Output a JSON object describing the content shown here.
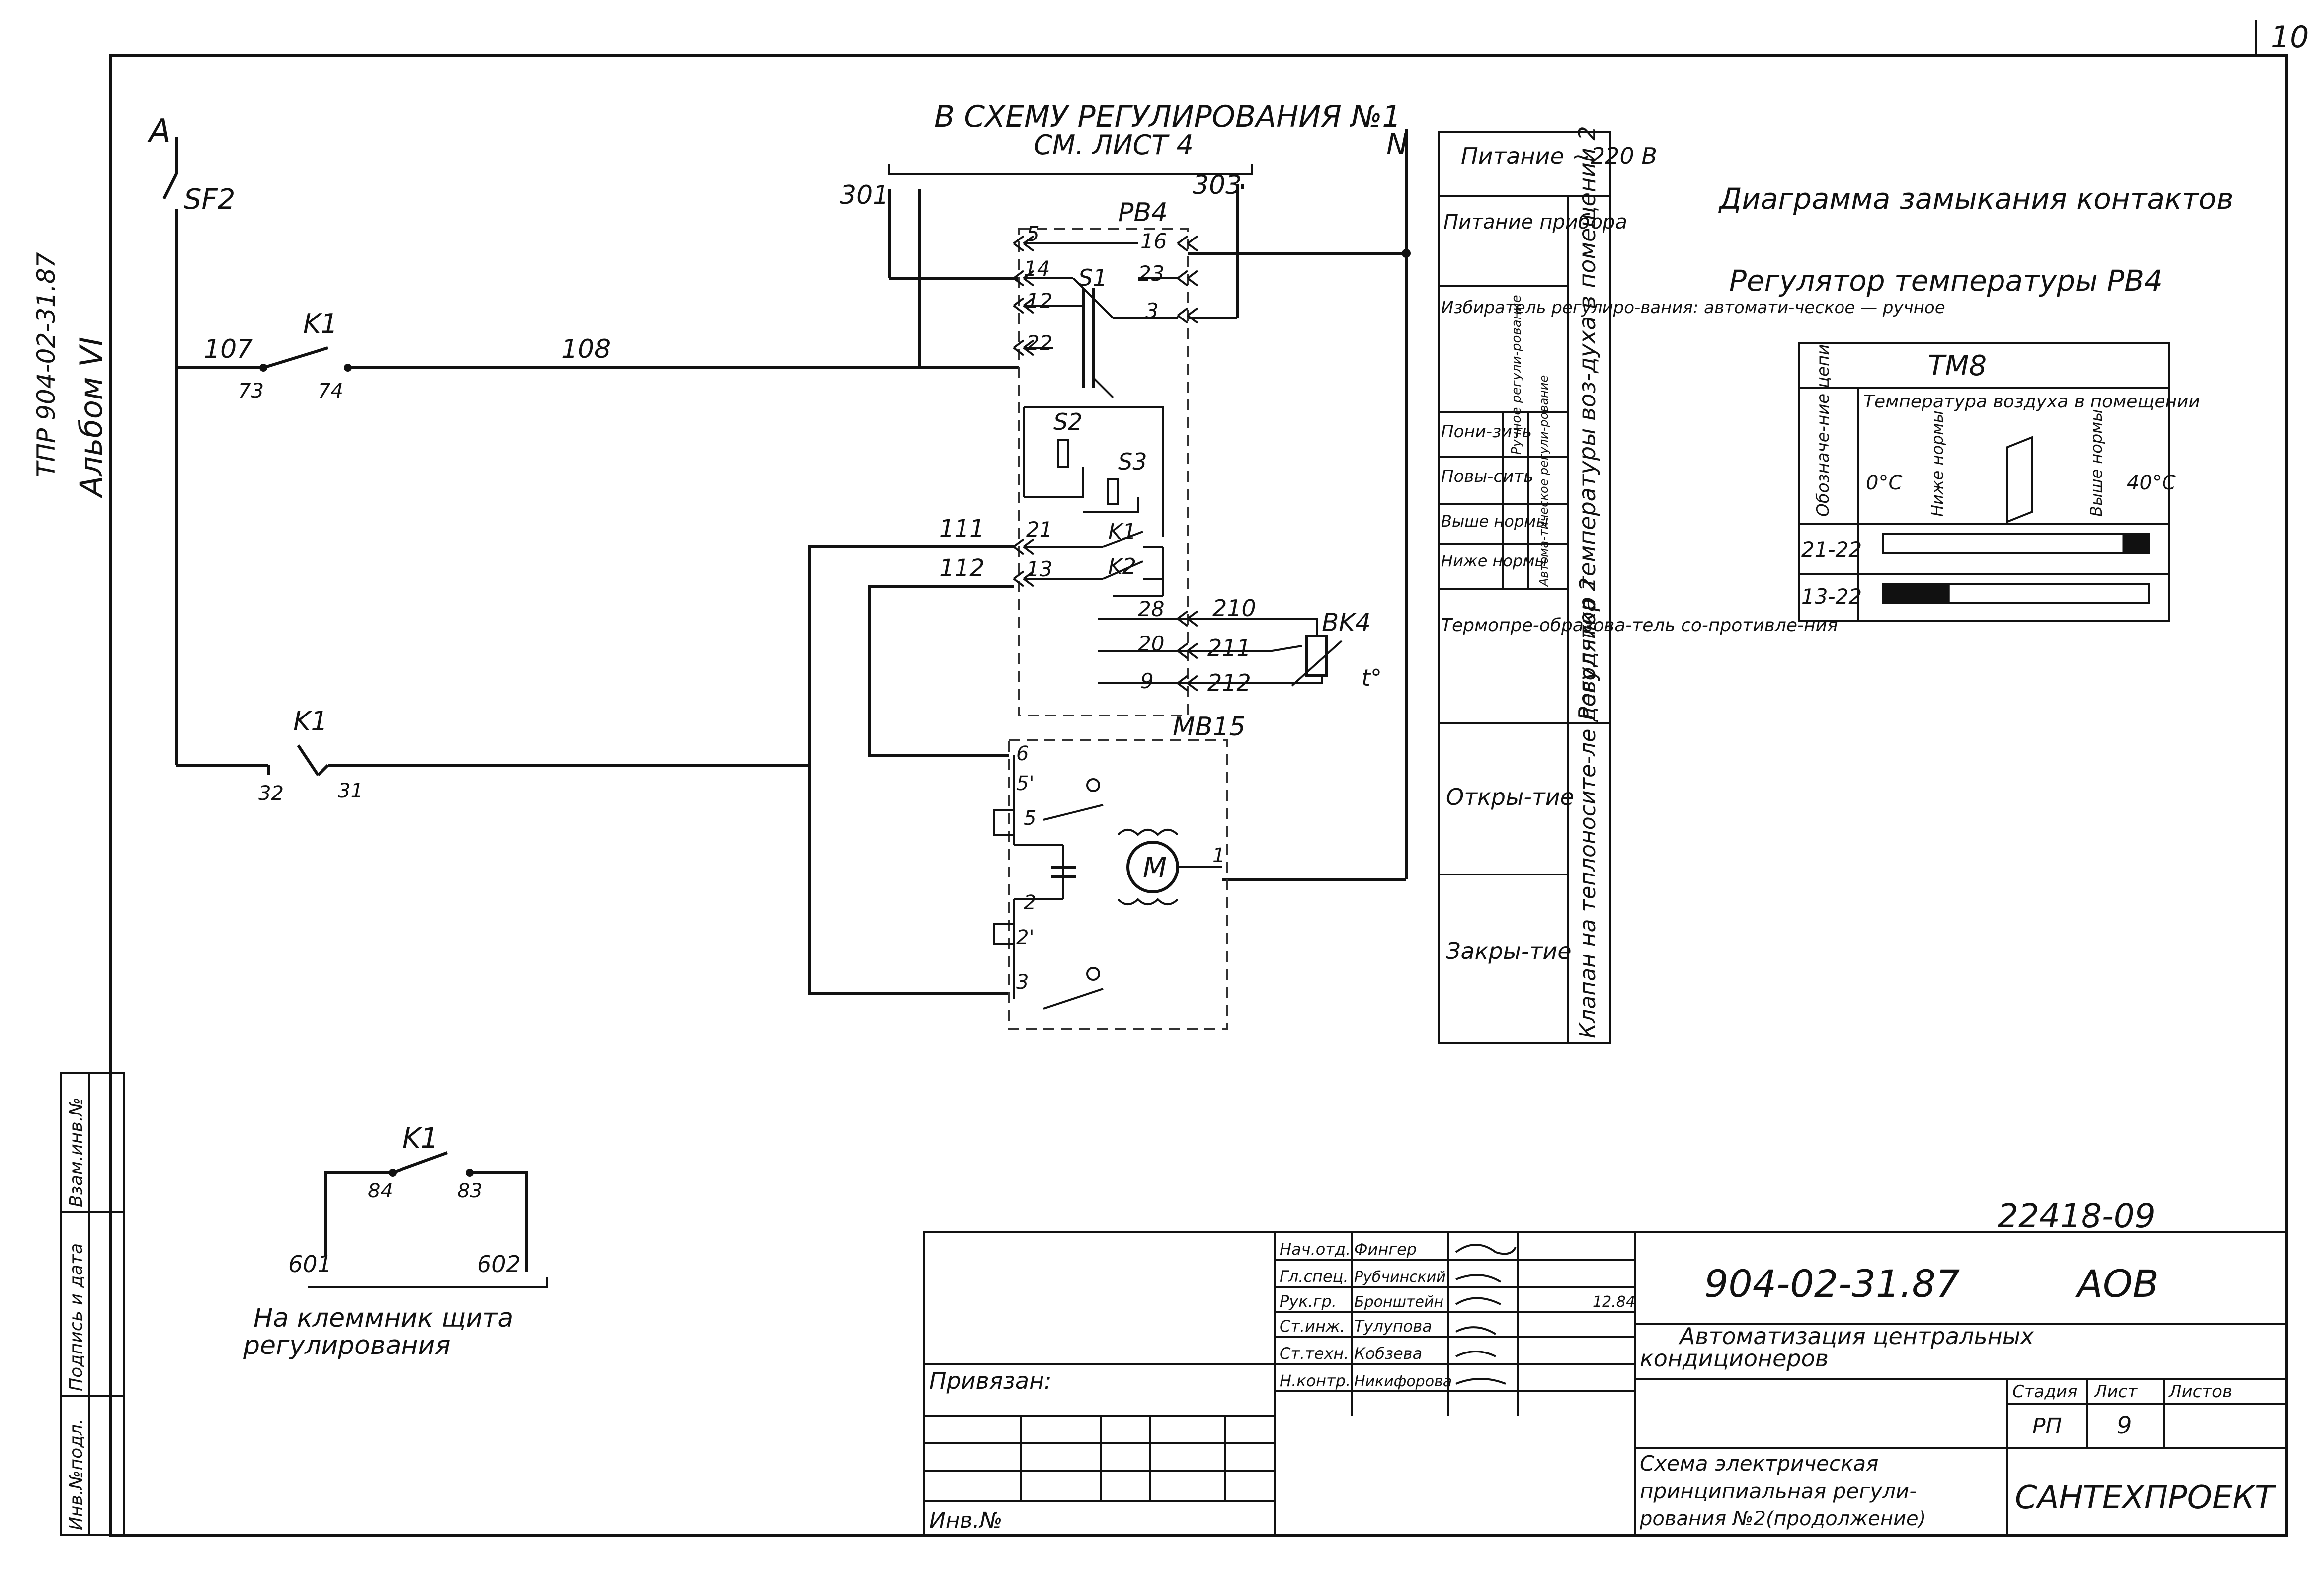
{
  "sheet_number": "10",
  "side": {
    "code": "ТПР 904-02-31.87",
    "album": "Альбом VI"
  },
  "stamp_left": {
    "c1": "Инв.№подл.",
    "c2": "Подпись и дата",
    "c3": "Взам.инв.№"
  },
  "schema": {
    "top_label_1": "В СХЕМУ РЕГУЛИРОВАНИЯ №1",
    "top_label_2": "СМ. ЛИСТ 4",
    "phase_a": "A",
    "neutral": "N",
    "sf2": "SF2",
    "k1_a": "K1",
    "k1_b": "K1",
    "k1_c": "K1",
    "w107": "107",
    "w108": "108",
    "c73": "73",
    "c74": "74",
    "c32": "32",
    "c31": "31",
    "w301": "301",
    "w303": "303",
    "pb4": "PB4",
    "s1": "S1",
    "s2": "S2",
    "s3": "S3",
    "k1r": "K1",
    "k2": "K2",
    "t5": "5",
    "t14": "14",
    "t12": "12",
    "t22": "22",
    "t16": "16",
    "t23": "23",
    "t3": "3",
    "t21": "21",
    "t13": "13",
    "w111": "111",
    "w112": "112",
    "t28": "28",
    "t20": "20",
    "t9": "9",
    "w210": "210",
    "w211": "211",
    "w212": "212",
    "bk4": "BK4",
    "t0": "t°",
    "mb15": "MB15",
    "m6": "6",
    "m51": "5'",
    "m5": "5",
    "m1": "1",
    "m2": "2",
    "m21": "2'",
    "m3": "3",
    "motor": "M",
    "c84": "84",
    "c83": "83",
    "w601": "601",
    "w602": "602",
    "terminal_1": "На клеммник щита",
    "terminal_2": "регулирования"
  },
  "legend": {
    "supply": "Питание ~220 В",
    "rows": [
      "Питание прибора",
      "Избиратель регулиро-вания: автомати-ческое — ручное",
      "Пони-зить",
      "Повы-сить",
      "Выше нормы",
      "Ниже нормы",
      "Термопре-образова-тель со-противле-ния",
      "Откры-тие",
      "Закры-тие"
    ],
    "sub_1": "Ручное регули-рование",
    "sub_2": "Автома-тическое регули-рование",
    "group_1": "Регулятор температуры воз-духа в помещении 2",
    "group_2": "Клапан на теплоносите-ле доводчика 2"
  },
  "contacts": {
    "title": "Диаграмма замыкания контактов",
    "subtitle": "Регулятор температуры PB4",
    "tm8": "ТМ8",
    "col_head": "Обозначе-ние цепи",
    "temp_head": "Температура воздуха в помещении",
    "t0": "0°C",
    "t40": "40°C",
    "below": "Ниже нормы",
    "above": "Выше нормы",
    "rows": [
      {
        "chain": "21-22",
        "closed_from": 0.9,
        "closed_to": 1.0
      },
      {
        "chain": "13-22",
        "closed_from": 0.0,
        "closed_to": 0.25
      }
    ]
  },
  "doc_number": "22418-09",
  "title_block": {
    "roles": [
      "Нач.отд.",
      "Гл.спец.",
      "Рук.гр.",
      "Ст.инж.",
      "Ст.техн.",
      "Н.контр."
    ],
    "names": [
      "Фингер",
      "Рубчинский",
      "Бронштейн",
      "Тулупова",
      "Кобзева",
      "Никифорова"
    ],
    "date": "12.84",
    "code": "904-02-31.87",
    "mark": "АОВ",
    "title_1": "Автоматизация центральных",
    "title_2": "кондиционеров",
    "stage_h": "Стадия",
    "sheet_h": "Лист",
    "sheets_h": "Листов",
    "stage": "РП",
    "sheet": "9",
    "desc_1": "Схема электрическая",
    "desc_2": "принципиальная регули-",
    "desc_3": "рования №2(продолжение)",
    "org": "САНТЕХПРОЕКТ",
    "tied": "Привязан:",
    "inv": "Инв.№"
  }
}
